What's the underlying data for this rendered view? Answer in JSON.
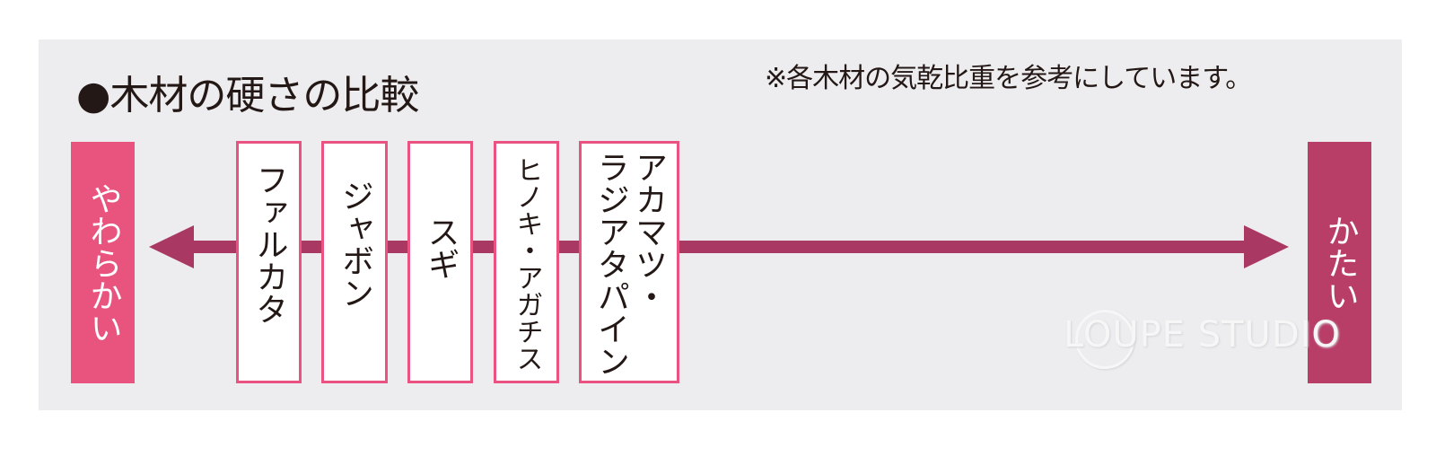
{
  "title": "●木材の硬さの比較",
  "note": "※各木材の気乾比重を参考にしています。",
  "scale": {
    "soft_label": "やわらかい",
    "hard_label": "かたい"
  },
  "woods": [
    {
      "name": "ファルカタ"
    },
    {
      "name": "ジャボン"
    },
    {
      "name": "スギ"
    },
    {
      "name": "ヒノキ・アガチス"
    },
    {
      "name": "アカマツ・ラジアタパイン",
      "line1": "アカマツ・",
      "line2": "ラジアタパイン"
    }
  ],
  "watermark": "LOUPE STUDIO",
  "colors": {
    "panel": "#ededef",
    "soft": "#e9547f",
    "hard": "#b83e68",
    "arrow": "#a93863",
    "box_border": "#e95281"
  }
}
